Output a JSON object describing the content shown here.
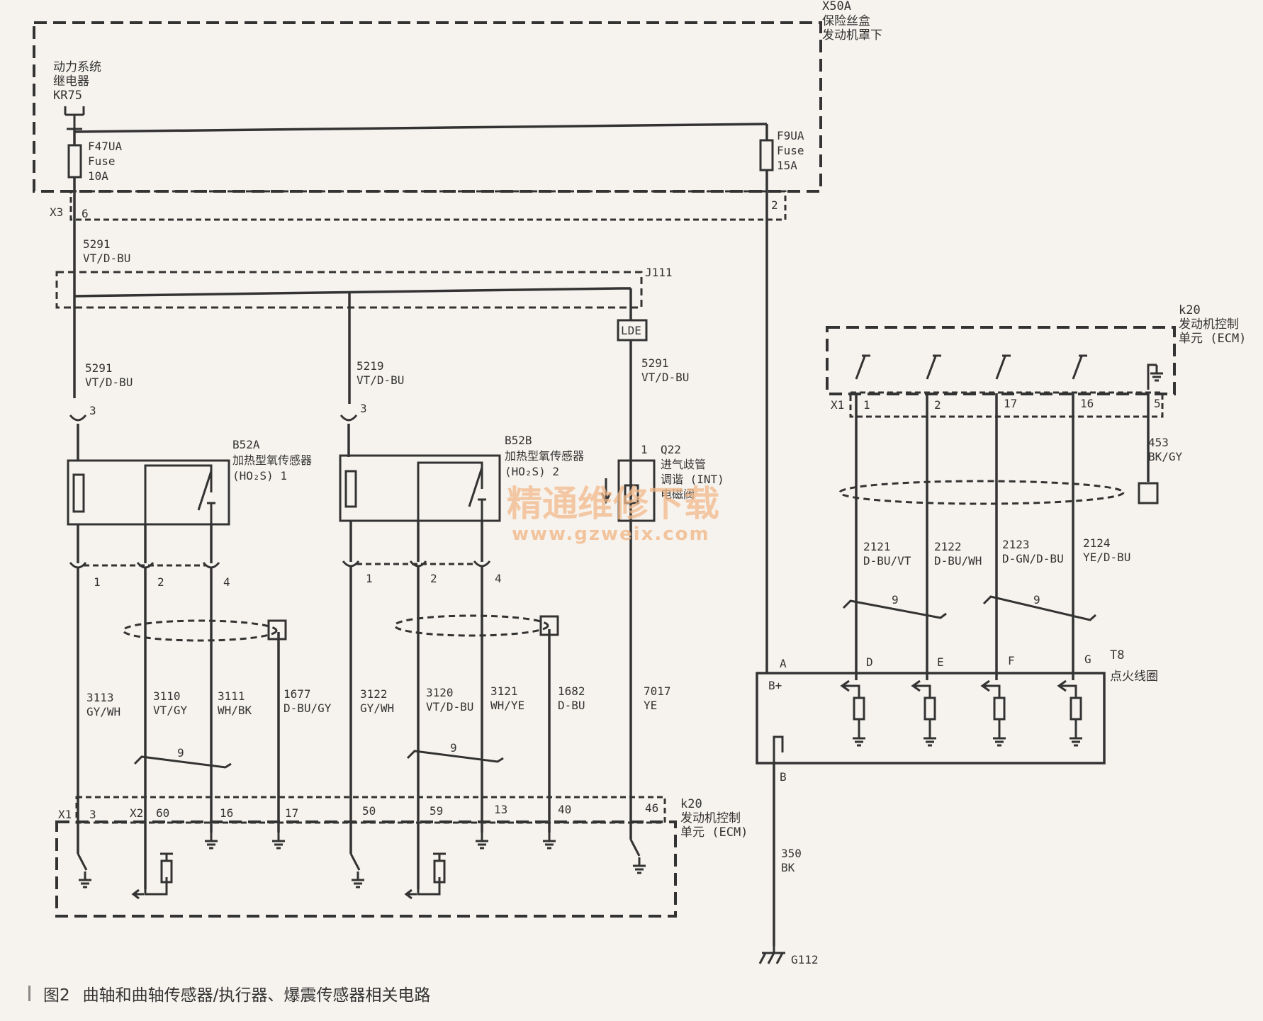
{
  "fuse_box": {
    "label_lines": [
      "X50A",
      "保险丝盒",
      "发动机罩下"
    ],
    "relay_lines": [
      "动力系统",
      "继电器",
      "KR75"
    ],
    "fuse_left": [
      "F47UA",
      "Fuse",
      "10A"
    ],
    "fuse_right": [
      "F9UA",
      "Fuse",
      "15A"
    ],
    "conn_x3": "X3",
    "pin_6": "6",
    "pin_2": "2"
  },
  "wires": {
    "main_top": [
      "5291",
      "VT/D-BU"
    ],
    "left_branch": [
      "5291",
      "VT/D-BU"
    ],
    "mid_branch": [
      "5219",
      "VT/D-BU"
    ],
    "right_branch": [
      "5291",
      "VT/D-BU"
    ],
    "w453": [
      "453",
      "BK/GY"
    ],
    "w2121": [
      "2121",
      "D-BU/VT"
    ],
    "w2122": [
      "2122",
      "D-BU/WH"
    ],
    "w2123": [
      "2123",
      "D-GN/D-BU"
    ],
    "w2124": [
      "2124",
      "YE/D-BU"
    ],
    "w3113": [
      "3113",
      "GY/WH"
    ],
    "w3110": [
      "3110",
      "VT/GY"
    ],
    "w3111": [
      "3111",
      "WH/BK"
    ],
    "w1677": [
      "1677",
      "D-BU/GY"
    ],
    "w3122": [
      "3122",
      "GY/WH"
    ],
    "w3120": [
      "3120",
      "VT/D-BU"
    ],
    "w3121": [
      "3121",
      "WH/YE"
    ],
    "w1682": [
      "1682",
      "D-BU"
    ],
    "w7017": [
      "7017",
      "YE"
    ],
    "w350": [
      "350",
      "BK"
    ]
  },
  "splice": {
    "label": "J111",
    "lde": "LDE"
  },
  "sensor_a": {
    "name": "B52A",
    "desc": "加热型氧传感器",
    "sub": "(HO₂S) 1",
    "pin_top": "3",
    "pins": [
      "1",
      "2",
      "4"
    ]
  },
  "sensor_b": {
    "name": "B52B",
    "desc": "加热型氧传感器",
    "sub": "(HO₂S) 2",
    "pin_top": "3",
    "pins": [
      "1",
      "2",
      "4"
    ]
  },
  "solenoid": {
    "lines": [
      "Q22",
      "进气歧管",
      "调谐 (INT)",
      "电磁阀"
    ],
    "pin": "1"
  },
  "ecm_top": {
    "label_lines": [
      "k20",
      "发动机控制",
      "单元 (ECM)"
    ],
    "conn": "X1",
    "pins": [
      "1",
      "2",
      "17",
      "16",
      "5"
    ]
  },
  "ecm_bottom": {
    "label_lines": [
      "k20",
      "发动机控制",
      "单元 (ECM)"
    ],
    "conn_x1": "X1",
    "conn_x2": "X2",
    "pins": [
      "3",
      "60",
      "16",
      "17",
      "50",
      "59",
      "13",
      "40",
      "46"
    ]
  },
  "twist": "9",
  "coil": {
    "label_lines": [
      "T8",
      "点火线圈"
    ],
    "pin_a": "A",
    "pin_b": "B",
    "bplus": "B+",
    "pins": [
      "D",
      "E",
      "F",
      "G"
    ]
  },
  "ground": {
    "label": "G112"
  },
  "watermark": {
    "main": "精通维修下载",
    "url": "www.gzweix.com"
  },
  "caption": {
    "fig": "图2",
    "text": "曲轴和曲轴传感器/执行器、爆震传感器相关电路"
  }
}
